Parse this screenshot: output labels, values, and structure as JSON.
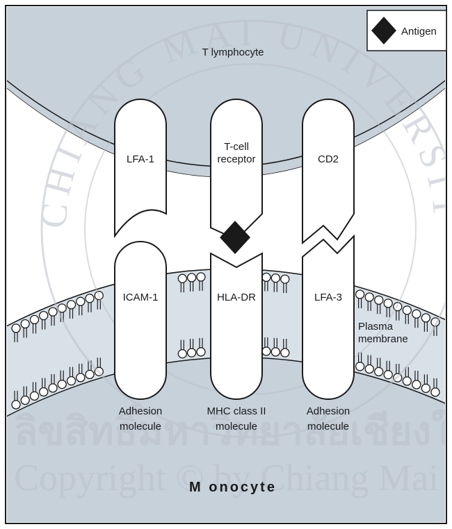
{
  "figure": {
    "legend": {
      "icon": "diamond-icon",
      "label": "Antigen"
    },
    "top_cell_label": "T lymphocyte",
    "bottom_cell_label": "M onocyte",
    "membrane_label": [
      "Plasma",
      "membrane"
    ],
    "t_cell_molecules": [
      {
        "key": "lfa1",
        "label": [
          "LFA-1"
        ]
      },
      {
        "key": "tcr",
        "label": [
          "T-cell",
          "receptor"
        ]
      },
      {
        "key": "cd2",
        "label": [
          "CD2"
        ]
      }
    ],
    "monocyte_molecules": [
      {
        "key": "icam1",
        "label": "ICAM-1"
      },
      {
        "key": "hladr",
        "label": "HLA-DR"
      },
      {
        "key": "lfa3",
        "label": "LFA-3"
      }
    ],
    "captions": [
      [
        "Adhesion",
        "molecule"
      ],
      [
        "MHC class II",
        "molecule"
      ],
      [
        "Adhesion",
        "molecule"
      ]
    ]
  },
  "watermark": {
    "arc_text": "CHIANG MAI UNIVERSITY",
    "line1": "ลิขสิทธิ์มหาวิทยาลัยเชียงใหม่",
    "line2": "Copyright © by Chiang Mai University"
  },
  "colors": {
    "cell": "#c7d1da",
    "membrane": "#d9e1e8",
    "gap": "#ffffff",
    "outline": "#1a1a1a",
    "antigen": "#1a1a1a",
    "watermark": "#b9bfc9"
  }
}
